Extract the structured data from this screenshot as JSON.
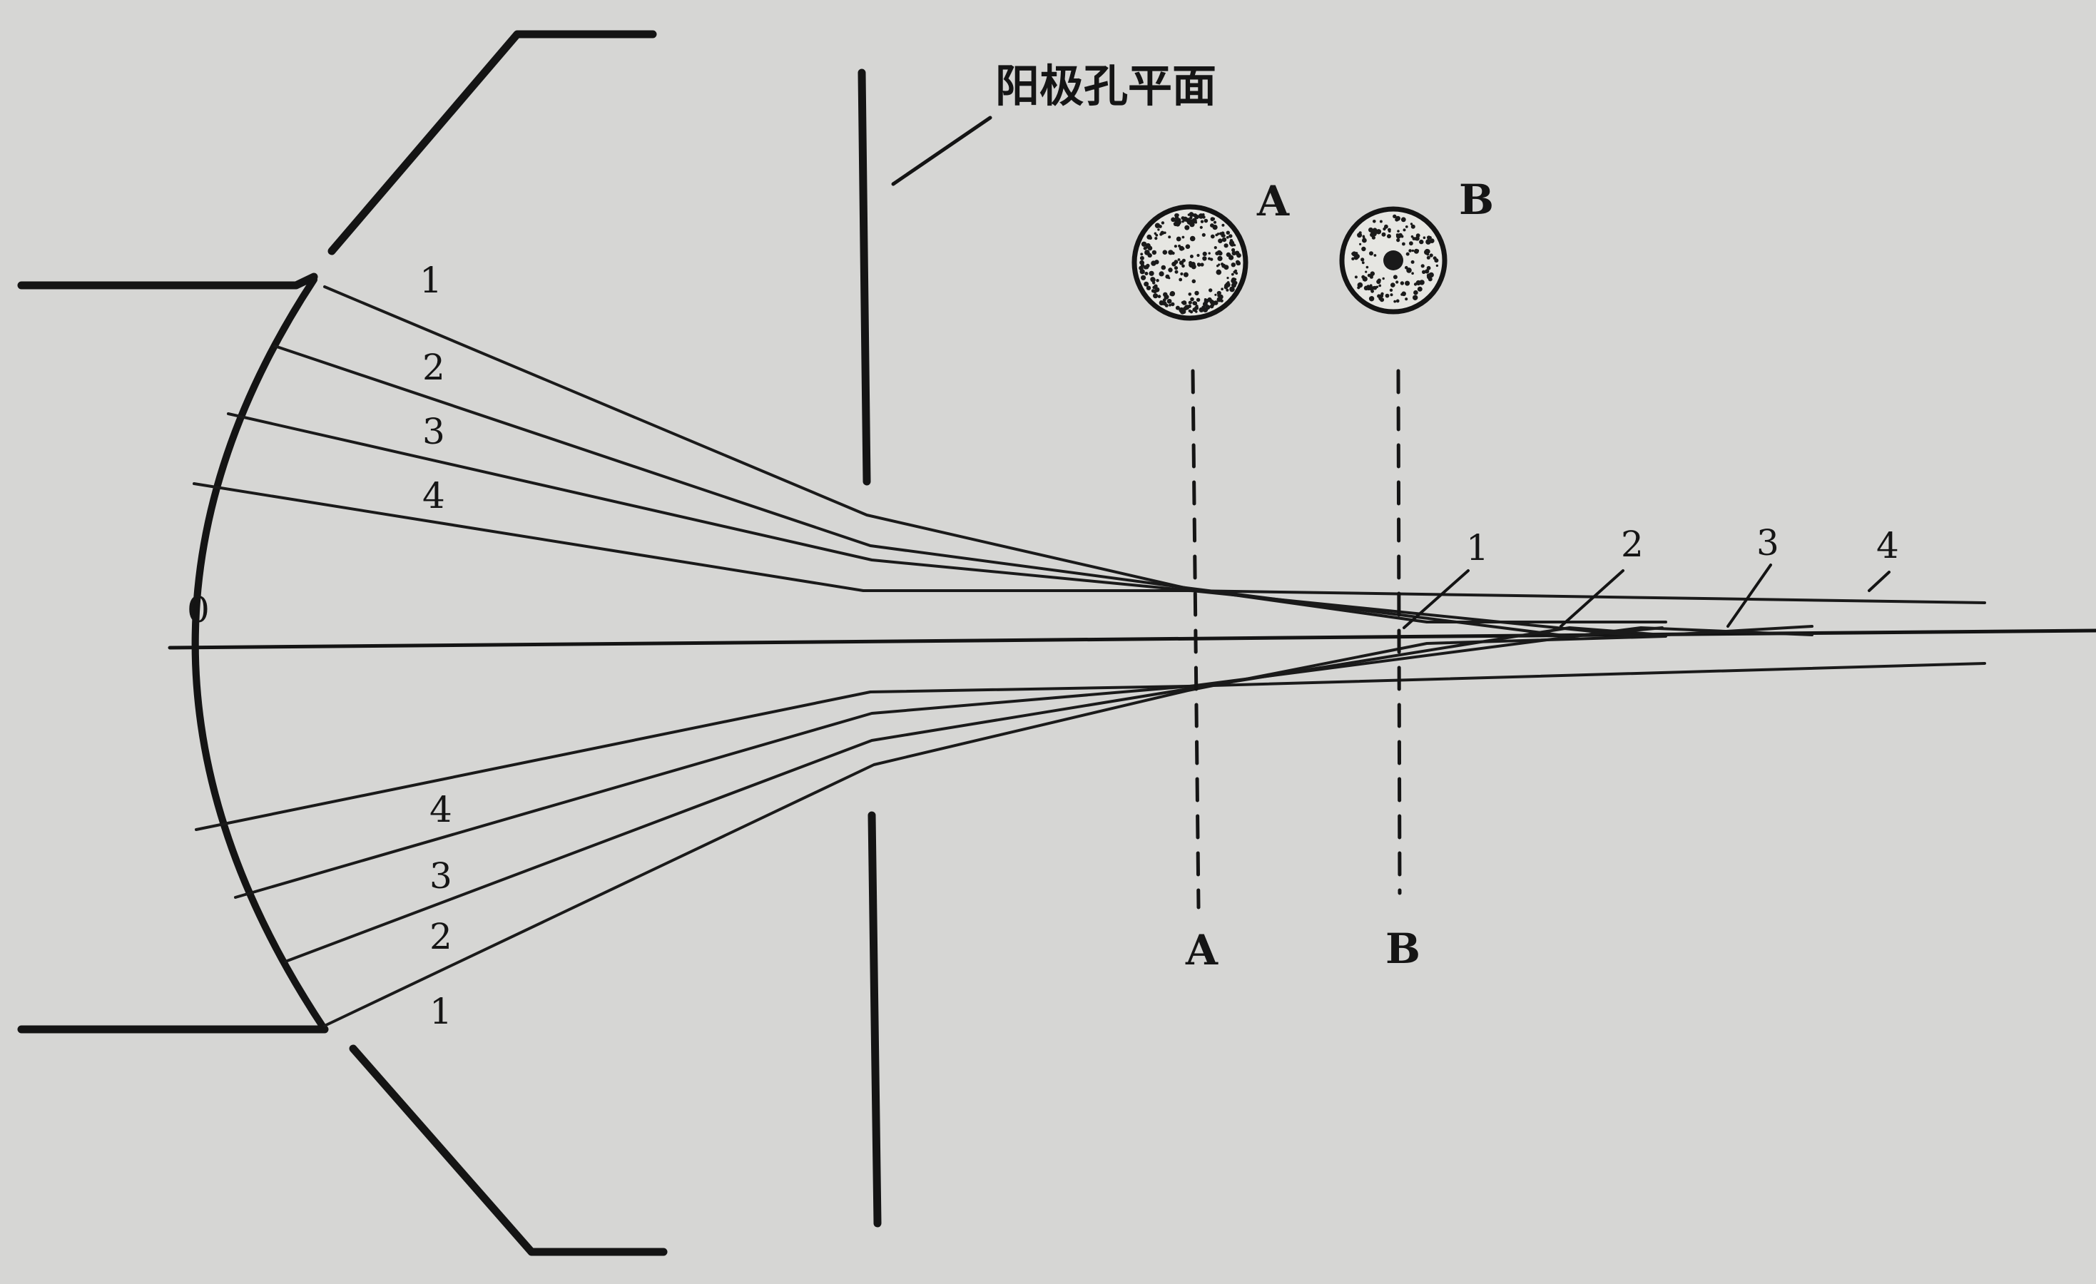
{
  "anode_label": "阳极孔平面",
  "axis_label": "0",
  "plane_a_label": "A",
  "plane_b_label": "B",
  "spot_a_label": "A",
  "spot_b_label": "B",
  "ray_labels": [
    "1",
    "2",
    "3",
    "4"
  ],
  "colors": {
    "paper": "#d6d6d4",
    "ink": "#141414",
    "spot_fill": "#e6e6e2"
  }
}
